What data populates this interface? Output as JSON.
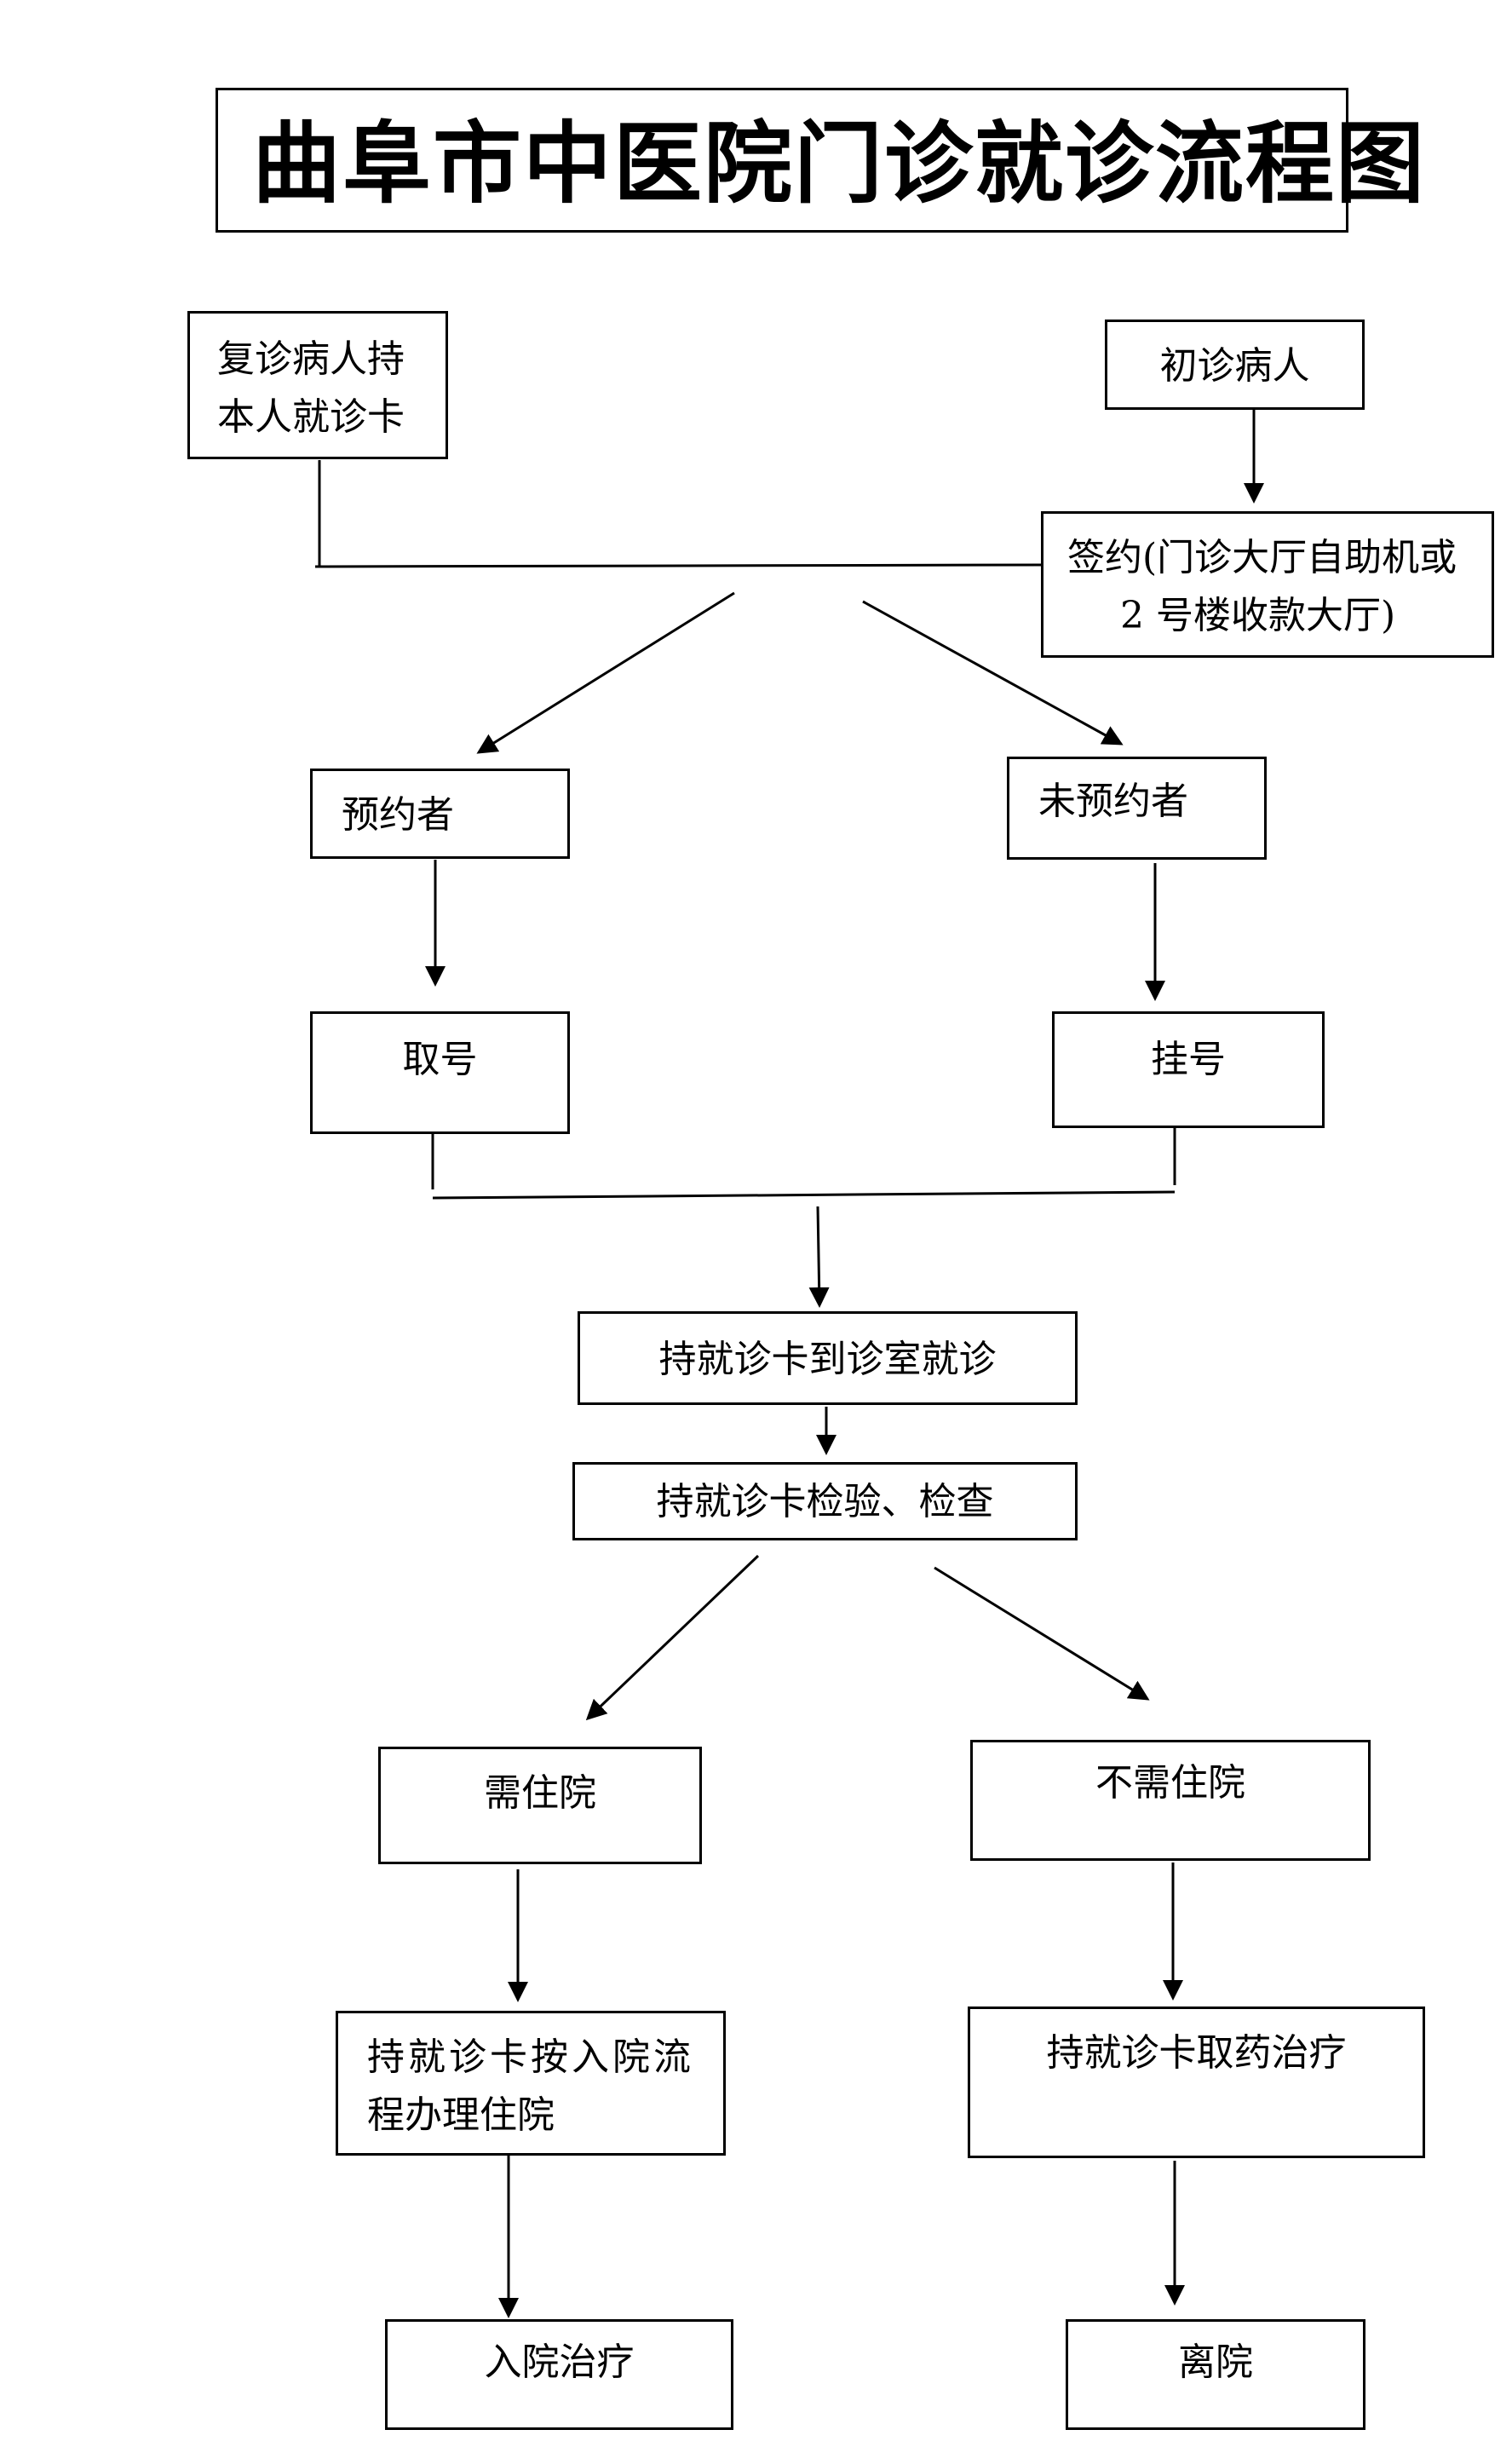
{
  "title": "曲阜市中医院门诊就诊流程图",
  "nodes": {
    "return_patient": {
      "line1": "复诊病人持",
      "line2": "本人就诊卡"
    },
    "first_visit": "初诊病人",
    "sign_up": {
      "line1": "签约(门诊大厅自助机或",
      "line2": "2 号楼收款大厅)"
    },
    "appointment": "预约者",
    "no_appointment": "未预约者",
    "take_number": "取号",
    "register": "挂号",
    "consult": "持就诊卡到诊室就诊",
    "examination": "持就诊卡检验、检查",
    "need_admission": "需住院",
    "no_admission": "不需住院",
    "admission_process": {
      "line1": "持就诊卡按入院流",
      "line2": "程办理住院"
    },
    "get_medicine": "持就诊卡取药治疗",
    "inpatient_treatment": "入院治疗",
    "leave_hospital": "离院"
  }
}
